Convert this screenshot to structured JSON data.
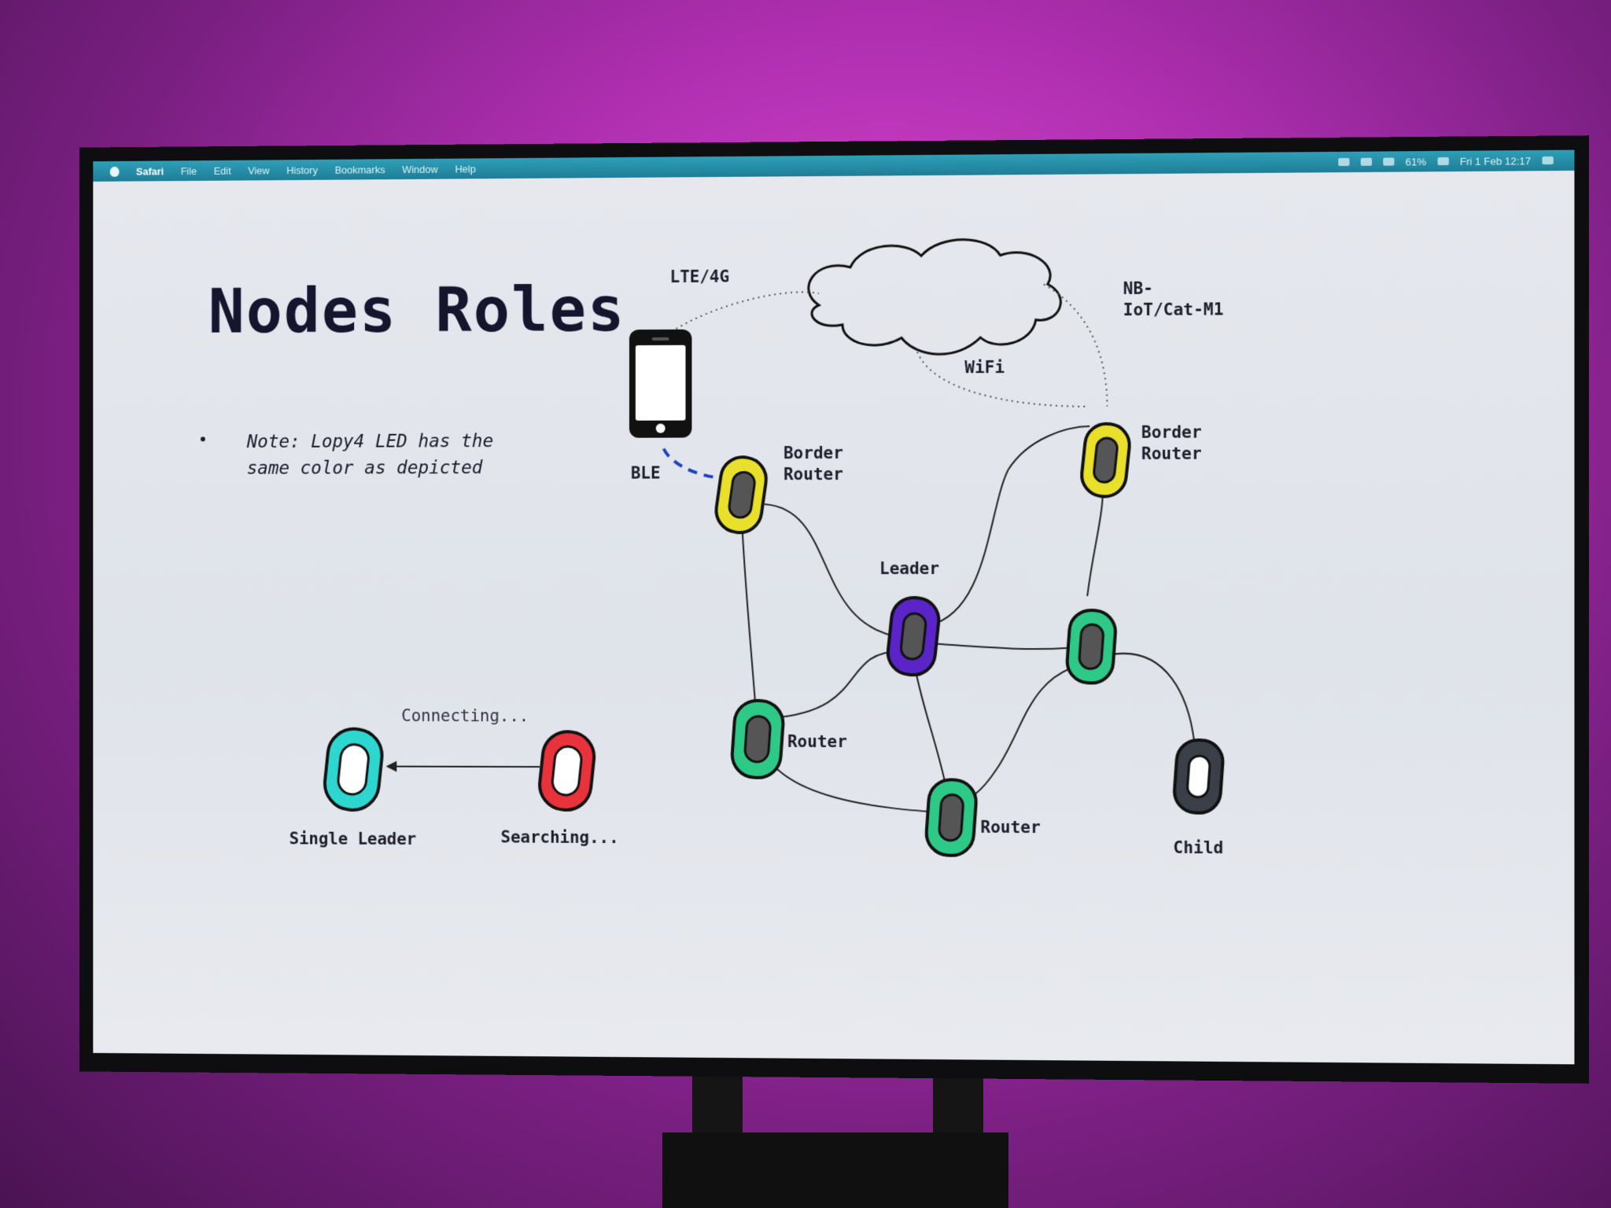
{
  "menubar": {
    "app": "Safari",
    "items": [
      "File",
      "Edit",
      "View",
      "History",
      "Bookmarks",
      "Window",
      "Help"
    ],
    "battery": "61%",
    "clock": "Fri 1 Feb 12:17"
  },
  "slide": {
    "title": "Nodes Roles",
    "note_line1": "Note: Lopy4 LED has the",
    "note_line2": "same color as depicted"
  },
  "diagram": {
    "lte_label": "LTE/4G",
    "nbiot_label1": "NB-",
    "nbiot_label2": "IoT/Cat-M1",
    "wifi_label": "WiFi",
    "ble_label": "BLE",
    "border_router_left_1": "Border",
    "border_router_left_2": "Router",
    "border_router_right_1": "Border",
    "border_router_right_2": "Router",
    "leader_label": "Leader",
    "router_left_label": "Router",
    "router_bottom_label": "Router",
    "child_label": "Child",
    "connecting_label": "Connecting...",
    "single_leader_label": "Single Leader",
    "searching_label": "Searching..."
  },
  "colors": {
    "border_router": "#e8e02a",
    "leader": "#5a24c8",
    "router": "#2ec987",
    "child": "#3a3f48",
    "single_leader": "#2ed6d0",
    "searching": "#e8323c",
    "ble_link": "#1d3fc4"
  }
}
